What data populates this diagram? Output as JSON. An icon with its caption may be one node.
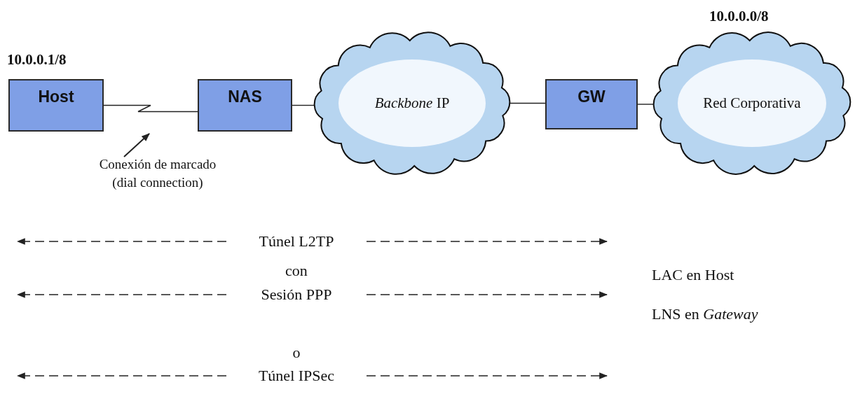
{
  "diagram": {
    "nodes": [
      {
        "text": [
          "Host"
        ],
        "beside": [
          "10.0.0.1/8"
        ]
      },
      {
        "text": [
          "NAS"
        ]
      },
      {
        "text": [
          "*Backbone* IP"
        ]
      },
      {
        "text": [
          "GW"
        ]
      },
      {
        "text": [
          "Red Corporativa"
        ],
        "beside": [
          "10.0.0.0/8"
        ]
      },
      {
        "text": [
          "Conexión de marcado (dial connection)"
        ]
      },
      {
        "text": [
          "Túnel L2TP"
        ]
      },
      {
        "text": [
          "Sesión PPP"
        ]
      },
      {
        "text": [
          "Túnel IPSec"
        ]
      }
    ],
    "edges": [
      {
        "from": 0,
        "to": 1,
        "arrow": "none"
      },
      {
        "from": 1,
        "to": 2,
        "arrow": "none"
      },
      {
        "from": 2,
        "to": 3,
        "arrow": "none"
      },
      {
        "from": 3,
        "to": 4,
        "arrow": "none"
      },
      {
        "from": 5,
        "to": null,
        "arrow": "to"
      },
      {
        "from": 6,
        "to": null,
        "arrow": "to",
        "style": "dashed"
      },
      {
        "from": 6,
        "to": null,
        "arrow": "to",
        "style": "dashed"
      },
      {
        "from": 7,
        "to": null,
        "arrow": "to",
        "style": "dashed"
      },
      {
        "from": 7,
        "to": null,
        "arrow": "to",
        "style": "dashed"
      },
      {
        "from": 8,
        "to": null,
        "arrow": "to",
        "style": "dashed"
      },
      {
        "from": 8,
        "to": null,
        "arrow": "to",
        "style": "dashed"
      }
    ],
    "labels": [
      "con",
      "o",
      "LAC en Host",
      "LNS en *Gateway*"
    ]
  }
}
